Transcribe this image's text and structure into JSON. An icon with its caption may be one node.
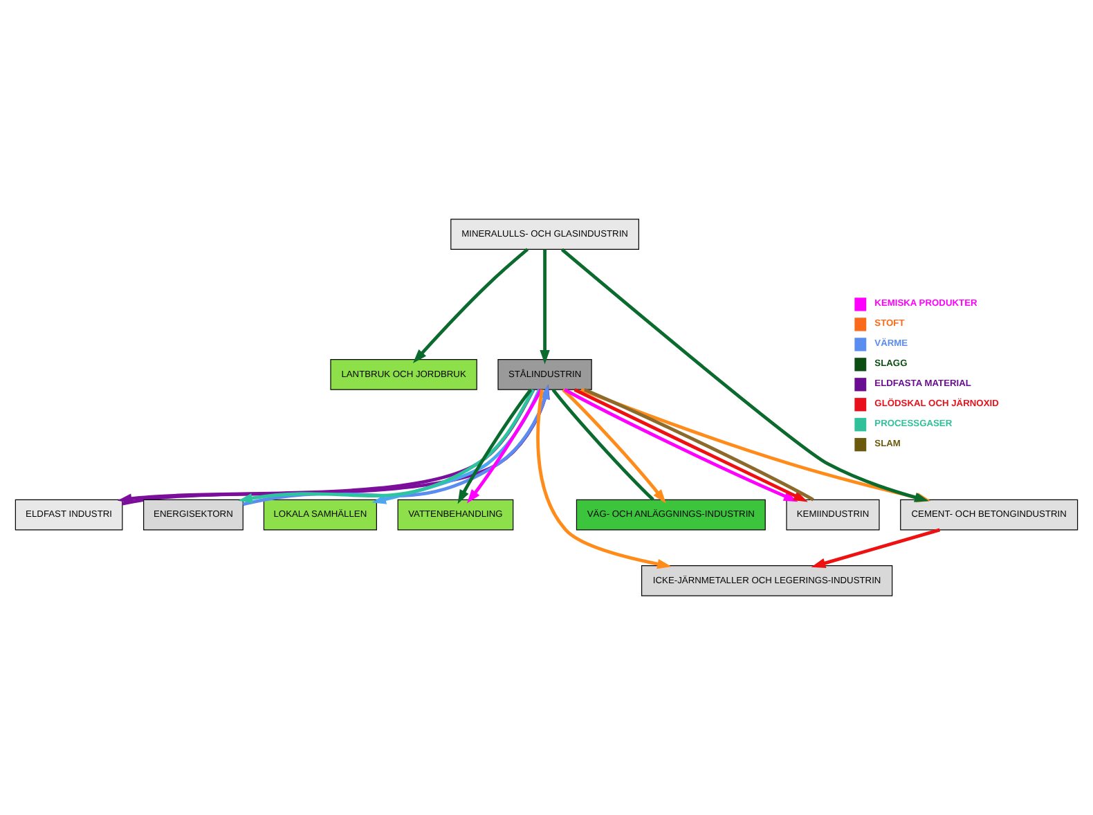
{
  "diagram": {
    "nodes": [
      {
        "text": [
          "LOKALA SAMHÄLLEN"
        ]
      },
      {
        "text": [
          "ELDFAST INDUSTRI"
        ]
      },
      {
        "text": [
          "ENERGISEKTORN"
        ]
      },
      {
        "text": [
          "VATTENBEHANDLING"
        ]
      },
      {
        "text": [
          "LANTBRUK OCH JORDBRUK"
        ]
      },
      {
        "text": [
          "STÅLINDUSTRIN"
        ]
      },
      {
        "text": [
          "ICKE-JÄRNMETALLER OCH LEGERINGS-INDUSTRIN"
        ]
      },
      {
        "text": [
          "MINERALULLS- OCH GLASINDUSTRIN"
        ]
      },
      {
        "text": [
          "CEMENT- OCH BETONGINDUSTRIN"
        ]
      },
      {
        "text": [
          "VÄG- OCH ANLÄGGNINGS-INDUSTRIN"
        ]
      },
      {
        "text": [
          "KEMIINDUSTRIN"
        ]
      }
    ],
    "edges": [
      {
        "from": 5,
        "to": 0,
        "arrow": "to",
        "color": "#4da6f0"
      },
      {
        "from": 5,
        "to": 1,
        "arrow": "to",
        "color": "#7b0f9c"
      },
      {
        "from": 1,
        "to": 5,
        "arrow": "to",
        "color": "#7b0f9c"
      },
      {
        "from": 2,
        "to": 5,
        "arrow": "to",
        "color": "#5b8cf0"
      },
      {
        "from": 5,
        "to": 2,
        "arrow": "to",
        "color": "#2ec4a0"
      },
      {
        "from": 5,
        "to": 3,
        "arrow": "to",
        "color": "#0b6b2e"
      },
      {
        "from": 5,
        "to": 3,
        "arrow": "to",
        "color": "#ff00ff"
      },
      {
        "from": 7,
        "to": 5,
        "arrow": "to",
        "color": "#0b6b2e"
      },
      {
        "from": 7,
        "to": 4,
        "arrow": "to",
        "color": "#0b6b2e"
      },
      {
        "from": 7,
        "to": 8,
        "arrow": "to",
        "color": "#0b6b2e"
      },
      {
        "from": 5,
        "to": 9,
        "arrow": "none",
        "color": "#0b6b2e"
      },
      {
        "from": 5,
        "to": 10,
        "arrow": "to",
        "color": "#ff00ff"
      },
      {
        "from": 8,
        "to": 6,
        "arrow": "to",
        "color": "#ee1111"
      },
      {
        "from": 5,
        "to": 10,
        "arrow": "to",
        "color": "#ee1111"
      },
      {
        "from": 5,
        "to": 6,
        "arrow": "to",
        "color": "#ff8c1a"
      },
      {
        "from": 5,
        "to": 8,
        "arrow": "to",
        "color": "#ff8c1a"
      },
      {
        "from": 5,
        "to": 9,
        "arrow": "to",
        "color": "#ff8c1a"
      },
      {
        "from": 5,
        "to": 10,
        "arrow": "none",
        "color": "#8b6a2b"
      }
    ],
    "legend": [
      {
        "text": "KEMISKA PRODUKTER",
        "color": "#ff00ff"
      },
      {
        "text": "STOFT",
        "color": "#f96a1b"
      },
      {
        "text": "VÄRME",
        "color": "#5b8cf0"
      },
      {
        "text": "SLAGG",
        "color": "#0b4d12"
      },
      {
        "text": "ELDFASTA MATERIAL",
        "color": "#6a0d91"
      },
      {
        "text": "GLÖDSKAL OCH JÄRNOXID",
        "color": "#e8111b"
      },
      {
        "text": "PROCESSGASER",
        "color": "#30c09a"
      },
      {
        "text": "SLAM",
        "color": "#6b5a0e"
      }
    ]
  }
}
